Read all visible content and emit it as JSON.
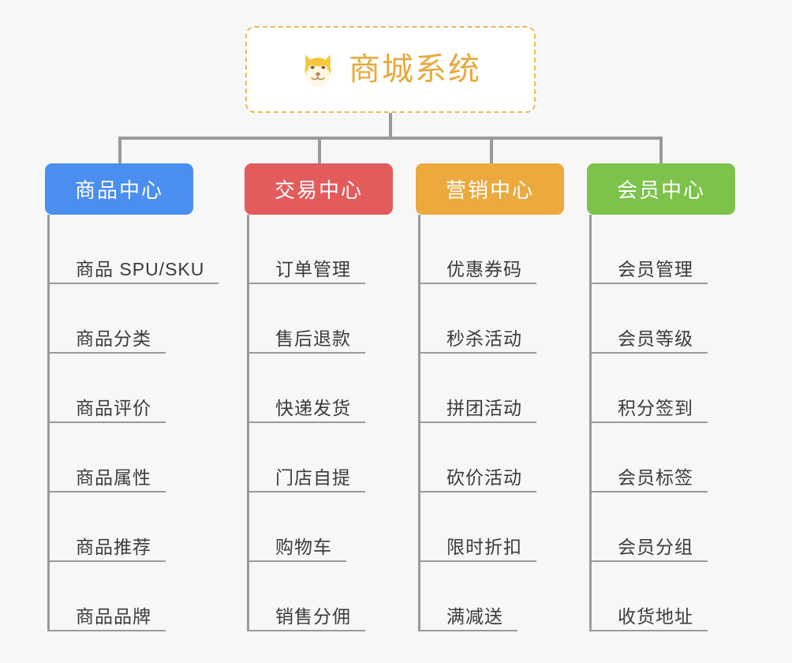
{
  "page": {
    "background_color": "#f7f7f7",
    "connector_color": "#9a9a9a",
    "leaf_text_color": "#3b3b3b"
  },
  "root": {
    "title": "商城系统",
    "icon": "shiba-dog-icon",
    "text_color": "#e8a93c",
    "border_color": "#f0b65a",
    "background_color": "#ffffff"
  },
  "branches": [
    {
      "title": "商品中心",
      "color": "#4a8ef0",
      "items": [
        "商品 SPU/SKU",
        "商品分类",
        "商品评价",
        "商品属性",
        "商品推荐",
        "商品品牌"
      ]
    },
    {
      "title": "交易中心",
      "color": "#e35b5b",
      "items": [
        "订单管理",
        "售后退款",
        "快递发货",
        "门店自提",
        "购物车",
        "销售分佣"
      ]
    },
    {
      "title": "营销中心",
      "color": "#eba93e",
      "items": [
        "优惠券码",
        "秒杀活动",
        "拼团活动",
        "砍价活动",
        "限时折扣",
        "满减送"
      ]
    },
    {
      "title": "会员中心",
      "color": "#7dc24b",
      "items": [
        "会员管理",
        "会员等级",
        "积分签到",
        "会员标签",
        "会员分组",
        "收货地址"
      ]
    }
  ]
}
